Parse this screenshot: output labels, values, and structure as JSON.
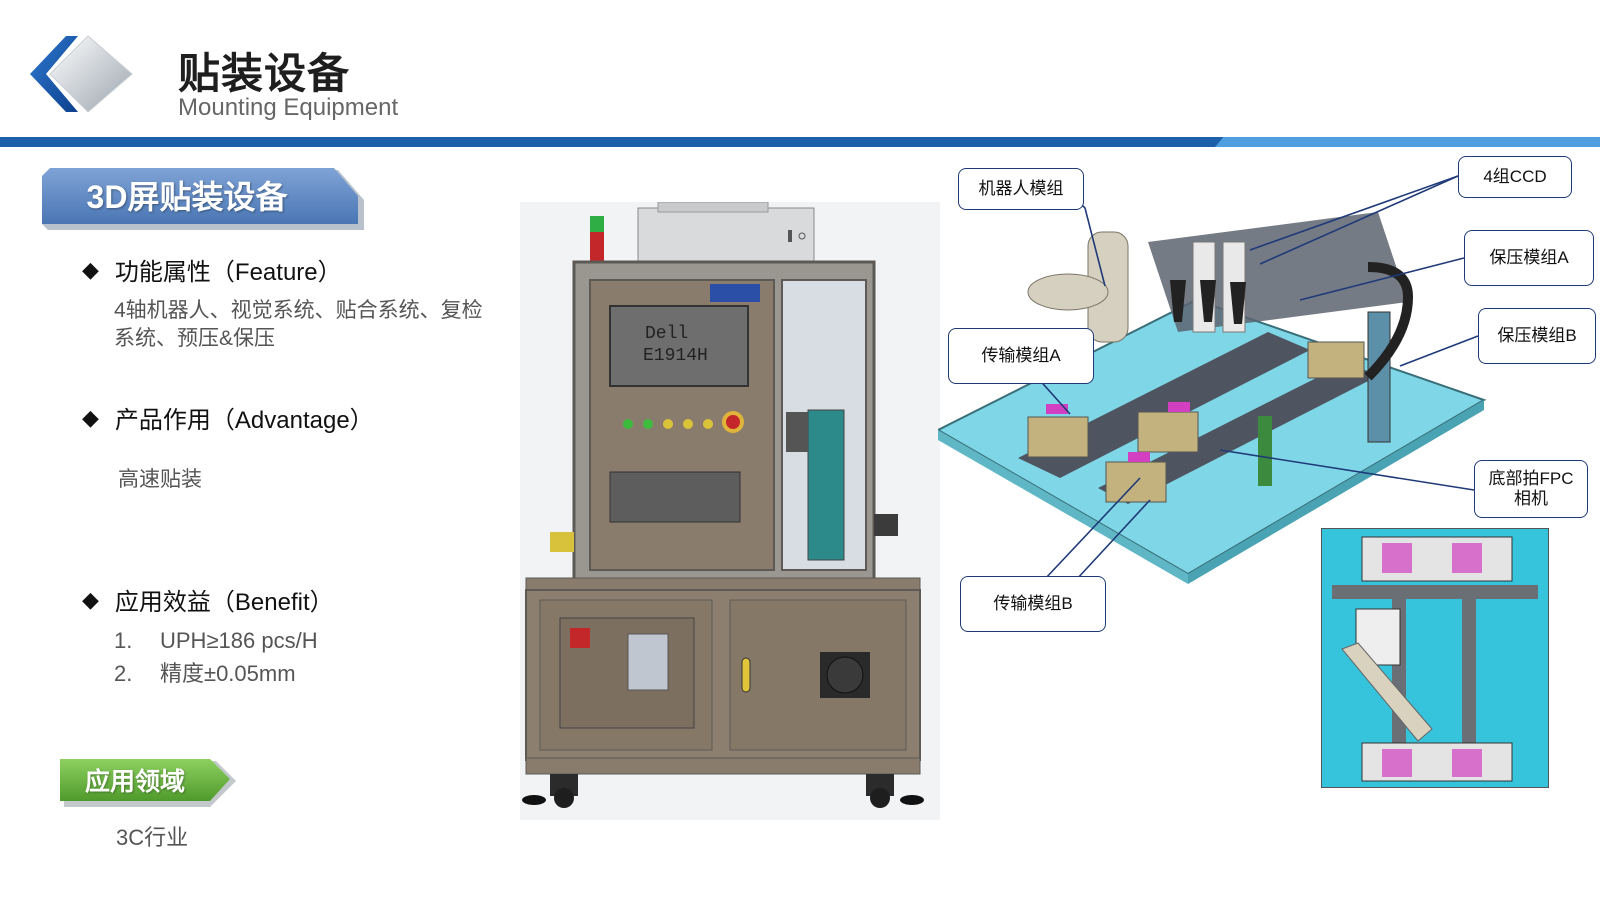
{
  "header": {
    "title": "贴装设备",
    "subtitle": "Mounting Equipment"
  },
  "section": {
    "tag": "3D屏贴装设备"
  },
  "feature": {
    "heading": "功能属性（Feature）",
    "text": "4轴机器人、视觉系统、贴合系统、复检系统、预压&保压"
  },
  "advantage": {
    "heading": "产品作用（Advantage）",
    "text": "高速贴装"
  },
  "benefit": {
    "heading": "应用效益（Benefit）",
    "items": [
      {
        "num": "1.",
        "text": "UPH≥186 pcs/H"
      },
      {
        "num": "2.",
        "text": "精度±0.05mm"
      }
    ]
  },
  "application": {
    "tag": "应用领域",
    "text": "3C行业"
  },
  "machine": {
    "monitor_label_line1": "Dell",
    "monitor_label_line2": "E1914H"
  },
  "callouts": {
    "robot_module": "机器人模组",
    "ccd": "4组CCD",
    "press_a": "保压模组A",
    "press_b": "保压模组B",
    "transfer_a": "传输模组A",
    "transfer_b": "传输模组B",
    "fpc_camera_line1": "底部拍FPC",
    "fpc_camera_line2": "相机"
  },
  "colors": {
    "bar_dark": "#1d5fa8",
    "bar_light": "#4f9fe0",
    "section_tag": "#5a86c0",
    "application_tag": "#6ab744",
    "callout_border": "#1f3a78",
    "machine_body": "#8b7d6e",
    "module_plate": "#2ec0d8"
  },
  "icons": {
    "logo": "chevron-diamond-logo",
    "bullet": "diamond-bullet"
  }
}
